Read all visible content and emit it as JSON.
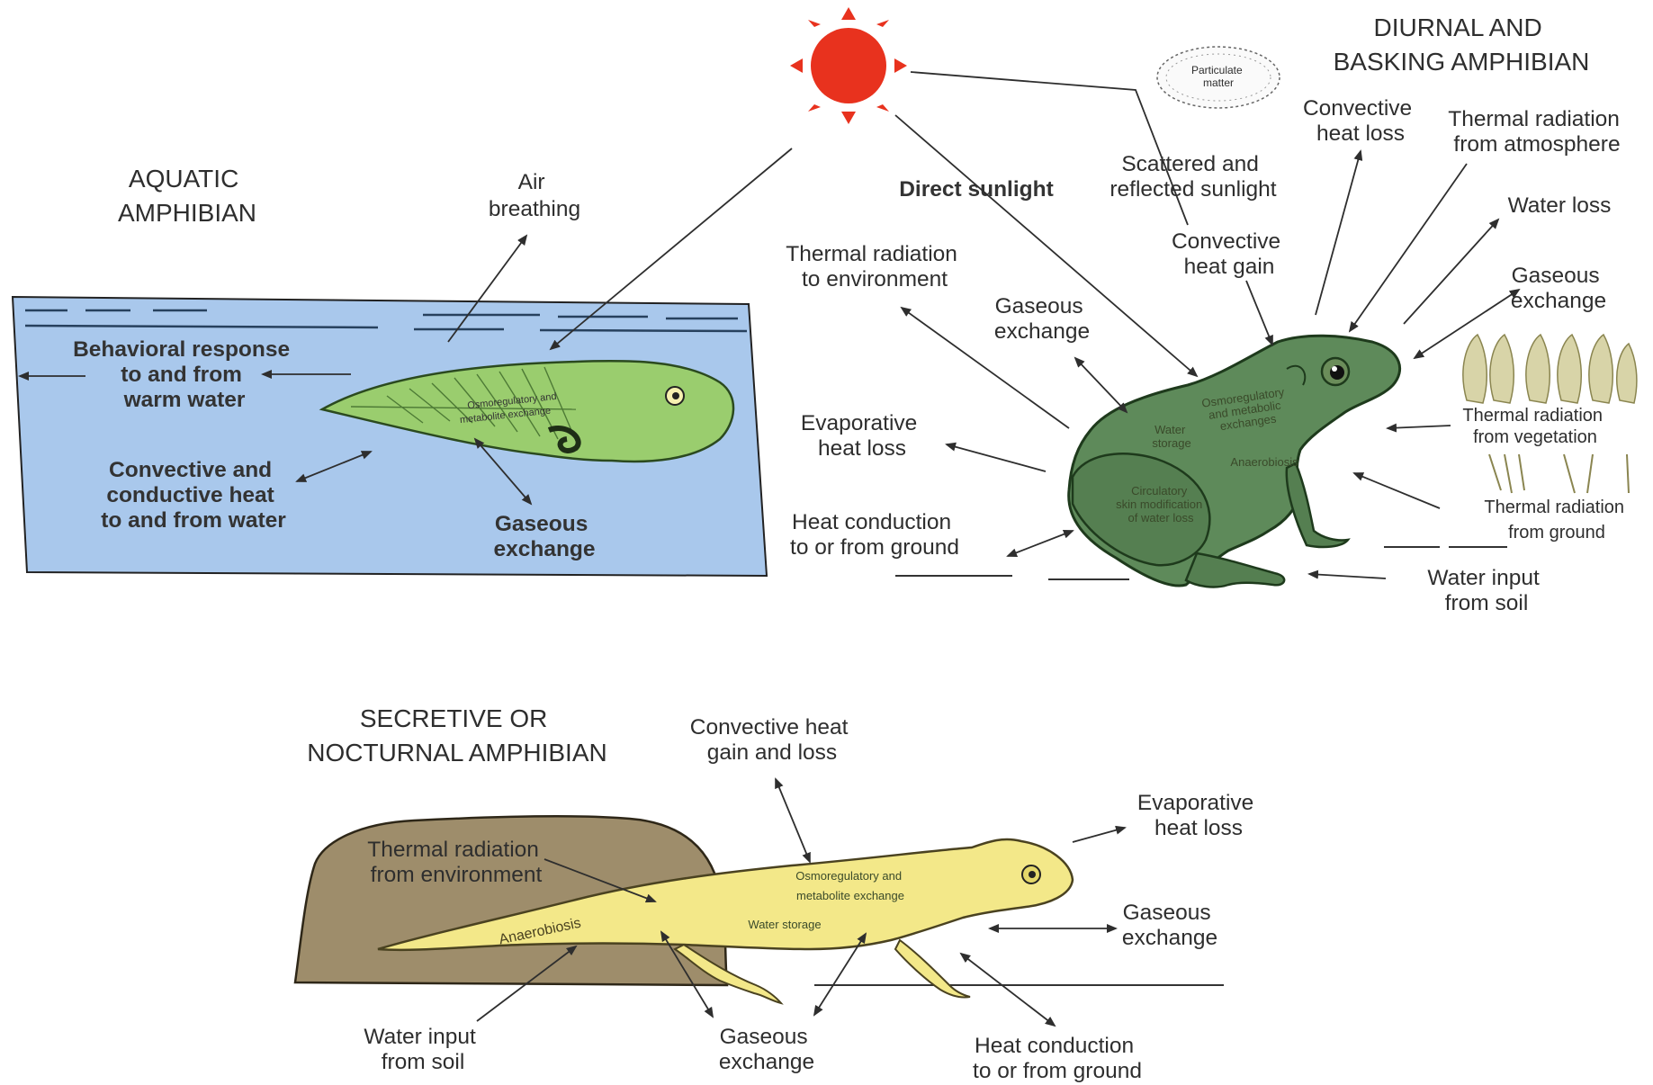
{
  "aquatic": {
    "title": [
      "AQUATIC",
      "AMPHIBIAN"
    ],
    "air_breathing": [
      "Air",
      "breathing"
    ],
    "behavioral": [
      "Behavioral response",
      "to and from",
      "warm water"
    ],
    "convective": [
      "Convective and",
      "conductive heat",
      "to and from water"
    ],
    "gaseous": [
      "Gaseous",
      "exchange"
    ],
    "inside": [
      "Osmoregulatory and",
      "metabolite exchange"
    ]
  },
  "diurnal": {
    "title": [
      "DIURNAL AND",
      "BASKING AMPHIBIAN"
    ],
    "particulate": [
      "Particulate",
      "matter"
    ],
    "direct_sunlight": "Direct sunlight",
    "scattered": [
      "Scattered and",
      "reflected sunlight"
    ],
    "convective_loss": [
      "Convective",
      "heat loss"
    ],
    "thermal_atmosphere": [
      "Thermal radiation",
      "from atmosphere"
    ],
    "water_loss": "Water loss",
    "gaseous_right": [
      "Gaseous",
      "exchange"
    ],
    "convective_gain": [
      "Convective",
      "heat gain"
    ],
    "thermal_environment": [
      "Thermal radiation",
      "to environment"
    ],
    "gaseous_left": [
      "Gaseous",
      "exchange"
    ],
    "evaporative": [
      "Evaporative",
      "heat loss"
    ],
    "heat_conduction": [
      "Heat conduction",
      "to or from ground"
    ],
    "thermal_vegetation": [
      "Thermal radiation",
      "from vegetation"
    ],
    "thermal_ground": [
      "Thermal radiation",
      "from ground"
    ],
    "water_input": [
      "Water input",
      "from soil"
    ],
    "inside_osmo": [
      "Osmoregulatory",
      "and metabolic",
      "exchanges"
    ],
    "inside_water": [
      "Water",
      "storage"
    ],
    "inside_anaero": "Anaerobiosis",
    "inside_circ": [
      "Circulatory",
      "skin modification",
      "of water loss"
    ]
  },
  "secretive": {
    "title": [
      "SECRETIVE OR",
      "NOCTURNAL AMPHIBIAN"
    ],
    "convective": [
      "Convective heat",
      "gain and loss"
    ],
    "evaporative": [
      "Evaporative",
      "heat loss"
    ],
    "thermal": [
      "Thermal radiation",
      "from environment"
    ],
    "gaseous_right": [
      "Gaseous",
      "exchange"
    ],
    "water_input": [
      "Water input",
      "from soil"
    ],
    "gaseous_bottom": [
      "Gaseous",
      "exchange"
    ],
    "heat_conduction": [
      "Heat conduction",
      "to or from ground"
    ],
    "inside_osmo": [
      "Osmoregulatory and",
      "metabolite exchange"
    ],
    "inside_water": "Water storage",
    "inside_anaero": "Anaerobiosis"
  },
  "colors": {
    "water": "#a9c8ec",
    "tadpole": "#9acd6e",
    "frog": "#5e8a5a",
    "salamander": "#f3e889",
    "rock": "#9e8d6b",
    "sun": "#e8321e"
  }
}
